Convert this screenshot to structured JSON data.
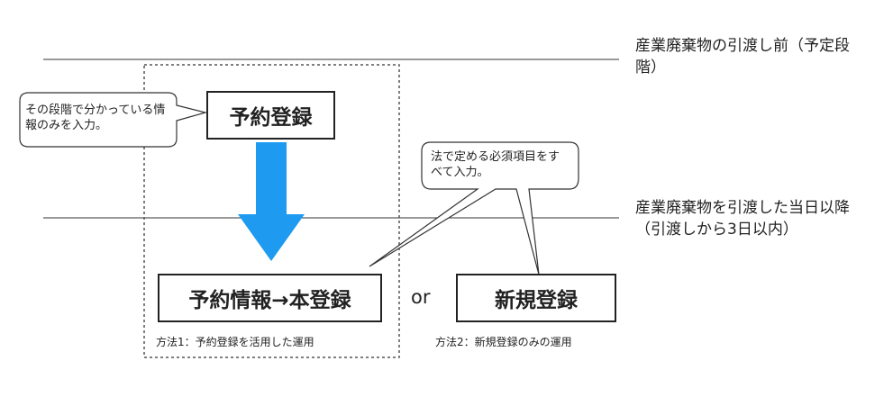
{
  "phases": {
    "before_transfer": "産業廃棄物の引渡し前（予定段階）",
    "after_transfer": "産業廃棄物を引渡した当日以降（引渡しから3日以内）"
  },
  "steps": {
    "reservation": "予約登録",
    "reservation_to_main": "予約情報→本登録",
    "or": "or",
    "new_registration": "新規登録"
  },
  "callouts": {
    "partial_input": "その段階で分かっている情報のみを入力。",
    "required_input": "法で定める必須項目をすべて入力。"
  },
  "methods": {
    "method1": "方法1：予約登録を活用した運用",
    "method2": "方法2：新規登録のみの運用"
  },
  "colors": {
    "arrow": "#1e9bf0",
    "line": "#333333"
  }
}
